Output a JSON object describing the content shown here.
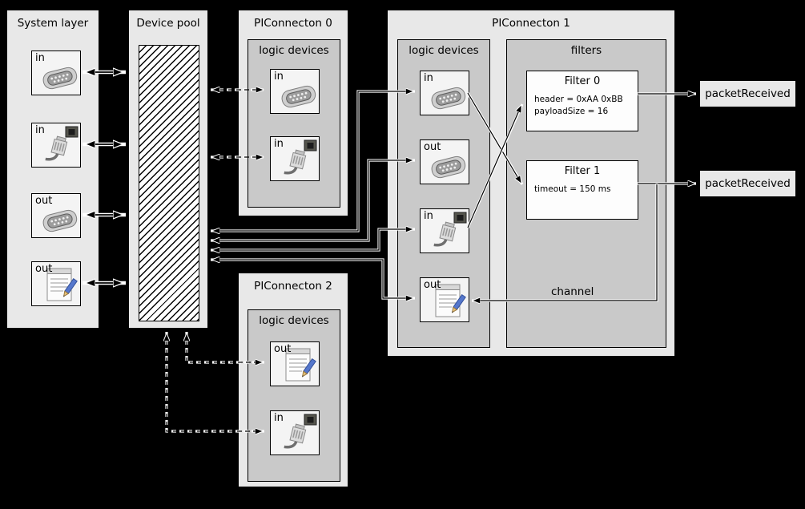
{
  "colors": {
    "page_background": "#000000",
    "outer_box": "#e8e8e8",
    "inner_box": "#c9c9c9",
    "device_cell": "#f4f4f4",
    "filter_box": "#fdfdfd",
    "hatch_lines": "#000000",
    "arrow_core": "#000000",
    "arrow_casing": "#ffffff"
  },
  "system_layer": {
    "title": "System layer",
    "devices": [
      {
        "label": "in",
        "icon": "serial-port-icon"
      },
      {
        "label": "in",
        "icon": "ethernet-icon"
      },
      {
        "label": "out",
        "icon": "serial-port-icon"
      },
      {
        "label": "out",
        "icon": "notepad-icon"
      }
    ]
  },
  "device_pool": {
    "title": "Device pool"
  },
  "piconnecton0": {
    "title": "PIConnecton 0",
    "subtitle": "logic devices",
    "devices": [
      {
        "label": "in",
        "icon": "serial-port-icon"
      },
      {
        "label": "in",
        "icon": "ethernet-icon"
      }
    ]
  },
  "piconnecton1": {
    "title": "PIConnecton 1",
    "logic_title": "logic devices",
    "filters_title": "filters",
    "channel_label": "channel",
    "devices": [
      {
        "label": "in",
        "icon": "serial-port-icon"
      },
      {
        "label": "out",
        "icon": "serial-port-icon"
      },
      {
        "label": "in",
        "icon": "ethernet-icon"
      },
      {
        "label": "out",
        "icon": "notepad-icon"
      }
    ],
    "filters": [
      {
        "title": "Filter 0",
        "lines": [
          "header = 0xAA 0xBB",
          "payloadSize = 16"
        ]
      },
      {
        "title": "Filter 1",
        "lines": [
          "timeout = 150 ms"
        ]
      }
    ]
  },
  "piconnecton2": {
    "title": "PIConnecton 2",
    "subtitle": "logic devices",
    "devices": [
      {
        "label": "out",
        "icon": "notepad-icon"
      },
      {
        "label": "in",
        "icon": "ethernet-icon"
      }
    ]
  },
  "outputs": [
    {
      "label": "packetReceived"
    },
    {
      "label": "packetReceived"
    }
  ]
}
